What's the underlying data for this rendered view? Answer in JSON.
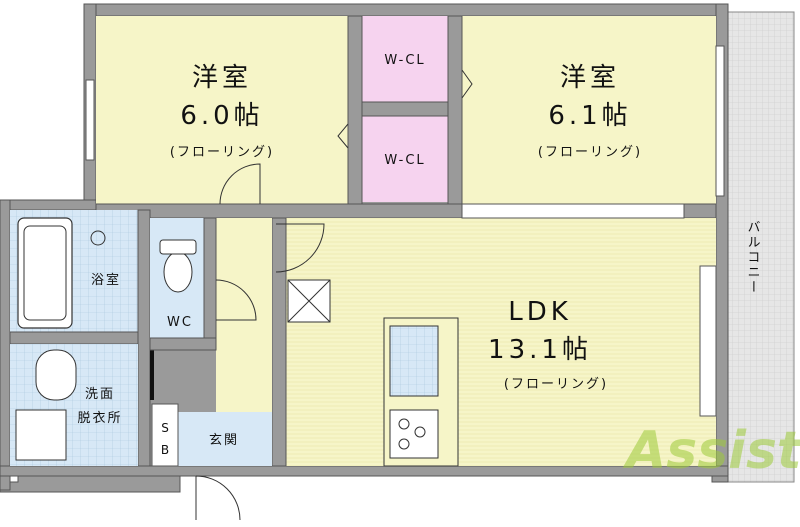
{
  "rooms": {
    "bedroom1": {
      "name": "洋室",
      "size": "6.0帖",
      "floor": "(フローリング)"
    },
    "bedroom2": {
      "name": "洋室",
      "size": "6.1帖",
      "floor": "(フローリング)"
    },
    "closet_upper": {
      "name": "W-CL"
    },
    "closet_lower": {
      "name": "W-CL"
    },
    "ldk": {
      "name": "LDK",
      "size": "13.1帖",
      "floor": "(フローリング)"
    },
    "bath": {
      "name": "浴室"
    },
    "toilet": {
      "name": "WC"
    },
    "washroom": {
      "line1": "洗面",
      "line2": "脱衣所"
    },
    "entrance": {
      "name": "玄関"
    },
    "shoe_box": {
      "line1": "S",
      "line2": "B"
    },
    "balcony": {
      "name": "バルコニー"
    }
  },
  "logo": {
    "text": "Assist"
  },
  "colors": {
    "western_room": "#f6f5c8",
    "closet": "#f6d3ef",
    "wet_area": "#d7e8f6",
    "wall": "#9a9a9a",
    "logo": "#9ecb3a"
  }
}
